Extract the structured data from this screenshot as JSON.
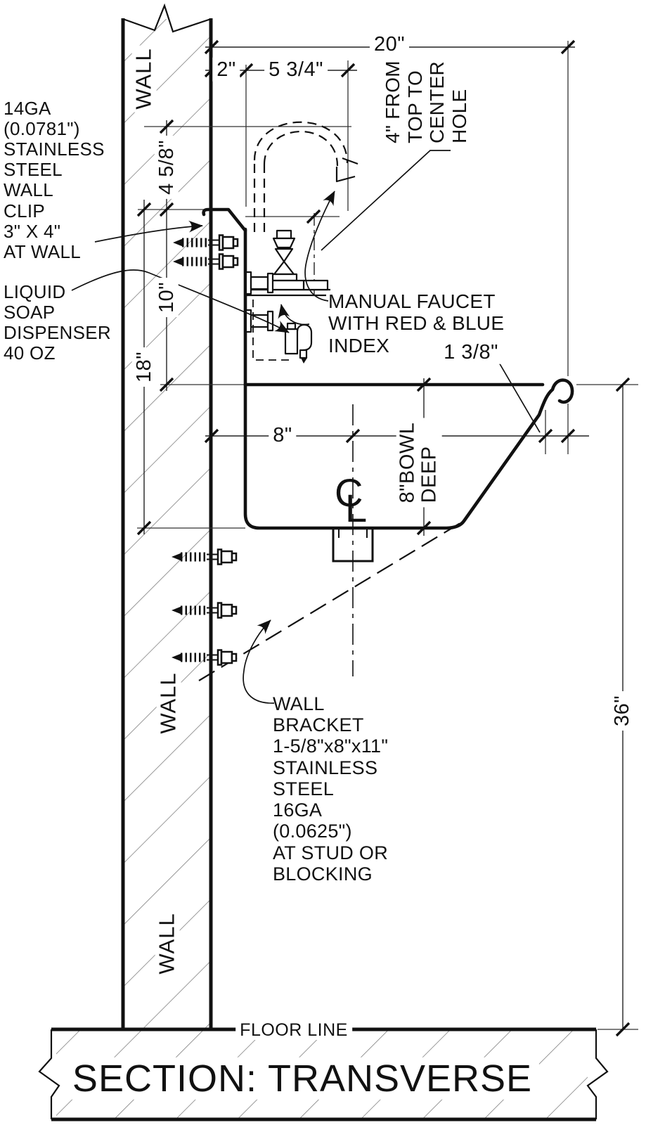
{
  "drawing": {
    "title": "SECTION: TRANSVERSE",
    "floor_label": "FLOOR LINE",
    "wall_label": "WALL",
    "notes": {
      "wall_clip": "14GA\n(0.0781\")\nSTAINLESS\nSTEEL\nWALL\nCLIP\n3\" X 4\"\nAT WALL",
      "soap_dispenser": "LIQUID\nSOAP\nDISPENSER\n40 OZ",
      "manual_faucet": "MANUAL FAUCET\nWITH RED & BLUE\nINDEX",
      "center_hole": "4\"  FROM\nTOP TO\nCENTER\nHOLE",
      "wall_bracket": "WALL\nBRACKET\n1-5/8\"x8\"x11\"\nSTAINLESS\nSTEEL\n16GA\n(0.0625\")\nAT STUD OR\nBLOCKING"
    },
    "dimensions": {
      "overall_depth": "20\"",
      "wall_to_back": "2\"",
      "back_to_center_hole": "5 3/4\"",
      "spout_rise": "4 5/8\"",
      "top_to_rim": "10\"",
      "top_to_bowl_bottom": "18\"",
      "rim_to_drain_center": "8\"",
      "rim_roll": "1 3/8\"",
      "rim_height_above_floor": "36\"",
      "bowl_depth": "8\"BOWL\nDEEP"
    },
    "centerline_symbol": {
      "c": "C",
      "l": "L"
    },
    "colors": {
      "line": "#111111",
      "hatch": "#777777",
      "background": "#ffffff"
    }
  }
}
